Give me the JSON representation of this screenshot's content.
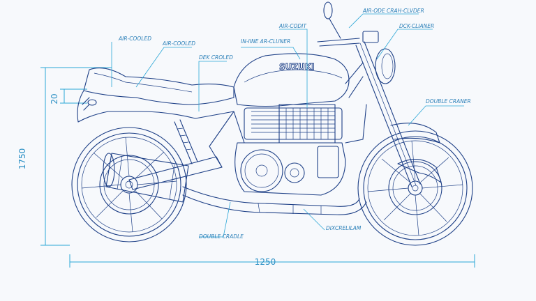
{
  "brand_text": "SUZUKI",
  "dimensions": {
    "overall_length": "1250",
    "height": "1750",
    "seat_step": "20"
  },
  "labels": {
    "air_cooled_1": "AIR-COOLED",
    "air_cooled_2": "AIR-COOLED",
    "dek_croled": "DEK CROLED",
    "in_line_air_cliner": "IN-IINE AR-CLUNER",
    "air_codit": "AIR-CODIT",
    "air_ode_crah": "AIR-ODE CRAH-CLVDER",
    "dek_clianer": "DCK-CLIANER",
    "double_craner": "DOUBLE CRANER",
    "double_cradle": "DOUBLE CRADLE",
    "dixcrelilam": "DIXCRELILAM"
  },
  "colors": {
    "line": "#1d3f86",
    "dimension": "#2aa6d6",
    "label": "#2a7fb8",
    "background": "#f7f9fc"
  }
}
